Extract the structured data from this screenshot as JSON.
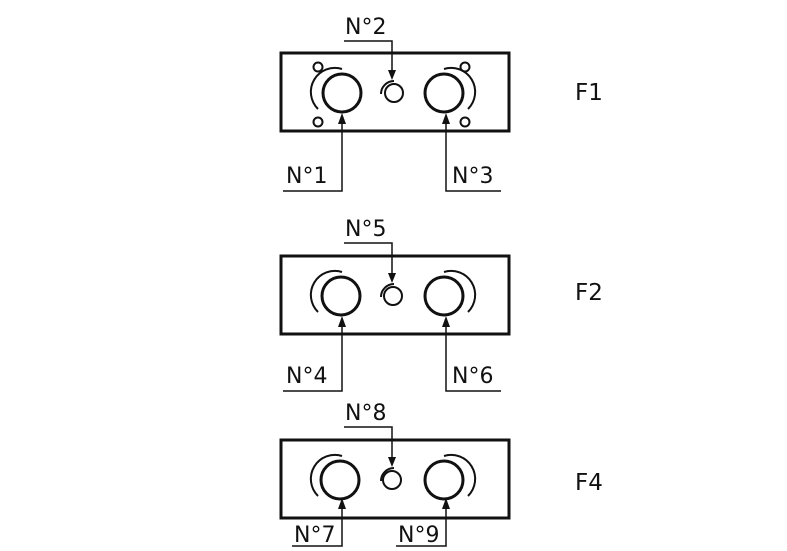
{
  "diagram": {
    "rows": [
      {
        "label": "F1",
        "mounting_holes": true,
        "ports": {
          "left": "N°1",
          "center": "N°2",
          "right": "N°3"
        }
      },
      {
        "label": "F2",
        "mounting_holes": false,
        "ports": {
          "left": "N°4",
          "center": "N°5",
          "right": "N°6"
        }
      },
      {
        "label": "F4",
        "mounting_holes": false,
        "ports": {
          "left": "N°7",
          "center": "N°8",
          "right": "N°9"
        }
      }
    ]
  }
}
